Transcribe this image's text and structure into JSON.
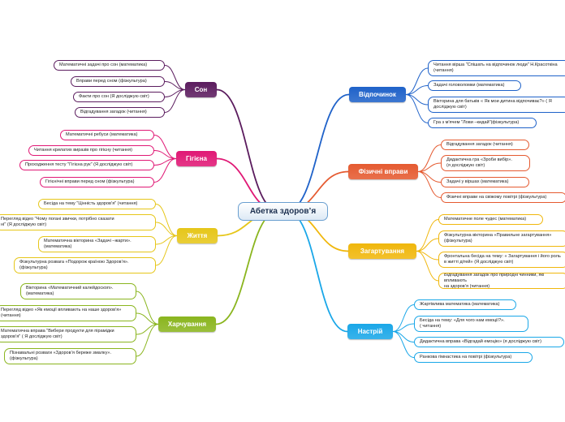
{
  "central": "Абетка здоров’я",
  "branches": {
    "son": {
      "label": "Сон",
      "color": "#5b1c5e",
      "items": [
        "Математичні задачі про сон (математика)",
        "Вправи перед сном (фізкультура)",
        "Факти про сон (Я досліджую світ)",
        "Відгадування загадок (читання)"
      ]
    },
    "hihiena": {
      "label": "Гігієна",
      "color": "#e01875",
      "items": [
        "Математичні ребуси (математика)",
        "Читання крилатих виразів про гігієну (читання)",
        "Проходження тесту \"Гігієна рук\" (Я досліджую світ)",
        "Гігієнічні вправи перед сном (фізкультура)"
      ]
    },
    "zhyttia": {
      "label": "Життя",
      "color": "#e6c619",
      "items": [
        "Бесіда на тему \"Цінність здоров’я\" (читання)",
        "Перегляд відео \"Чому погані звички, потрібно сказати\nні\" (Я досліджую світ)",
        "Математична вікторина «Задачі –жарти».\n(математика)",
        "Фізкультурна розвага «Подорож країною Здоров’я».\n(фізкультура)"
      ]
    },
    "kharchuvannia": {
      "label": "Харчування",
      "color": "#8ab51e",
      "items": [
        "Вікторина «Математичний калейдоскоп».\n(математика)",
        "Перегляд відео «Як емоції впливають на наше здоров’я»\n(читання)",
        "Математична вправа \"Вибери продукти для пірамідки\nздоров’я\" ( Я досліджую світ)",
        "Пізнавальні розваги «Здоров’я береже змалку».\n(фізкультура)"
      ]
    },
    "vidpochynok": {
      "label": "Відпочинок",
      "color": "#1f62c9",
      "items": [
        "Читання вірша \"Спішать на відпочинок люди\" Н.Красоткіна\n(читання)",
        "Задачі головоломки (математика)",
        "Вікторина для батьків « Як мои дитина відпочиває?» ( Я\nдосліджую світ)",
        "Гра з м'ячем \"Лови –кидай\"(фізкультура)"
      ]
    },
    "fizychni": {
      "label": "Фізичні вправи",
      "color": "#e55a30",
      "items": [
        "Відгадування загадок (читання)",
        "Дидактична гра «Зроби вибір».\n(я досліджую світ)",
        "Задачі у віршах (математика)",
        "Фізичні вправи на свіжому повітрі (фізкультура)"
      ]
    },
    "zahartuvannia": {
      "label": "Загартування",
      "color": "#f0b70c",
      "items": [
        "Математичне поле чудес (математика)",
        "Фізкультурна вікторина «Правильне загартування»\n(фізкультура)",
        "Фронтальна бесіда на тему: « Загартування і його роль\nв житті дітей» (Я досліджую світ)",
        "Відгадування загадок про природні чинники, які впливають\nна здоров’я (читання)"
      ]
    },
    "nastrii": {
      "label": "Настрій",
      "color": "#1aa7e8",
      "items": [
        "Жартівлива математика (математика)",
        "Бесіда на тему: «Для чого нам емоції?».\n( читання)",
        "Дидактична вправа «Відгадай емоцію» (я досліджую світ)",
        "Ранкова гімнастика на повітрі (фізкультура)"
      ]
    }
  }
}
